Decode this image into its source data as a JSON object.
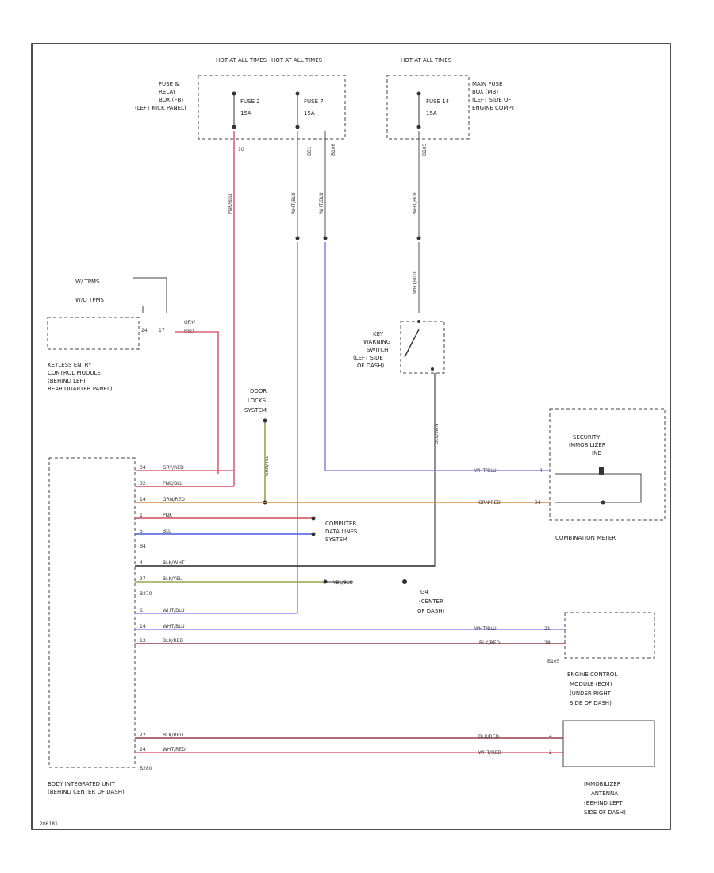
{
  "fuse_boxes": [
    {
      "hot_at": "HOT AT ALL TIMES",
      "hot_at_2": "HOT AT ALL TIMES",
      "location": [
        "FUSE &",
        "RELAY",
        "BOX (FB)",
        "(LEFT KICK PANEL)"
      ],
      "fuses": [
        {
          "name": "FUSE 2",
          "rating": "15A"
        },
        {
          "name": "FUSE 7",
          "rating": "15A"
        }
      ]
    },
    {
      "hot_at": "HOT AT ALL TIMES",
      "location": [
        "MAIN FUSE",
        "BOX (MB)",
        "(LEFT SIDE OF",
        "ENGINE COMPT)"
      ],
      "fuses": [
        {
          "name": "FUSE 14",
          "rating": "15A"
        }
      ]
    }
  ],
  "connectors": {
    "c1": "10",
    "c2": "B51",
    "c3": "B106",
    "c4": "B105",
    "b4": "B4",
    "b270": "B270",
    "b105": "B105",
    "b280": "B280"
  },
  "wire_colors": {
    "fuse2": "PNK/BLU",
    "fuse7a": "WHT/BLU",
    "fuse7b": "WHT/BLU",
    "fuse14": "WHT/BLU",
    "fuse14b": "WHT/BLU",
    "key_out": "BLK/WHT",
    "door_lock": "GRN/YEL"
  },
  "keyless": {
    "types": [
      "W/ TPMS",
      "W/O TPMS"
    ],
    "module_label": [
      "KEYLESS ENTRY",
      "CONTROL MODULE",
      "(BEHIND LEFT",
      "REAR QUARTER PANEL)"
    ],
    "wire": [
      "GRY/",
      "RED"
    ],
    "pins": [
      "24",
      "17"
    ]
  },
  "key_switch": [
    "KEY",
    "WARNING",
    "SWITCH",
    "(LEFT SIDE",
    "OF DASH)"
  ],
  "door_locks": [
    "DOOR",
    "LOCKS",
    "SYSTEM"
  ],
  "bcm_rows": [
    {
      "pin": "34",
      "wire": "GRY/RED"
    },
    {
      "pin": "32",
      "wire": "PNK/BLU"
    },
    {
      "pin": "14",
      "wire": "GRN/RED"
    },
    {
      "pin": "1",
      "wire": "PNK"
    },
    {
      "pin": "5",
      "wire": "BLU"
    },
    {
      "pin": "4",
      "wire": "BLK/WHT"
    },
    {
      "pin": "27",
      "wire": "BLK/YEL"
    },
    {
      "pin": "6",
      "wire": "WHT/BLU"
    },
    {
      "pin": "14",
      "wire": "WHT/BLU"
    },
    {
      "pin": "13",
      "wire": "BLK/RED"
    },
    {
      "pin": "22",
      "wire": "BLK/RED"
    },
    {
      "pin": "24",
      "wire": "WHT/RED"
    }
  ],
  "bcm_label": [
    "BODY INTEGRATED UNIT",
    "(BEHIND CENTER OF DASH)"
  ],
  "combination_meter": {
    "inner": [
      "SECURITY",
      "IMMOBILIZER",
      "IND"
    ],
    "label": "COMBINATION METER",
    "wire1": "WHT/BLU",
    "pin1": "4",
    "wire2": "GRN/RED",
    "pin2": "34"
  },
  "computer_data": [
    "COMPUTER",
    "DATA LINES",
    "SYSTEM"
  ],
  "ground": {
    "wire": "YEL/BLK",
    "label": [
      "G4",
      "(CENTER",
      "OF DASH)"
    ]
  },
  "ecm": {
    "label": [
      "ENGINE CONTROL",
      "MODULE (ECM)",
      "(UNDER RIGHT",
      "SIDE OF DASH)"
    ],
    "wire1": "WHT/BLU",
    "pin1": "21",
    "wire2": "BLK/RED",
    "pin2": "28"
  },
  "antenna": {
    "label": [
      "IMMOBILIZER",
      "ANTENNA",
      "(BEHIND LEFT",
      "SIDE OF DASH)"
    ],
    "wire1": "BLK/RED",
    "pin1": "4",
    "wire2": "WHT/RED",
    "pin2": "2"
  },
  "footer": "206181",
  "colors": {
    "pink": "#e0607a",
    "purple": "#8a8aee",
    "orange": "#e08a3a",
    "red": "#d44a5a",
    "blue": "#4a5ae0",
    "dark": "#333333",
    "olive": "#a0a04a",
    "maroon": "#9a3a4a",
    "dark_red": "#a04a55"
  }
}
